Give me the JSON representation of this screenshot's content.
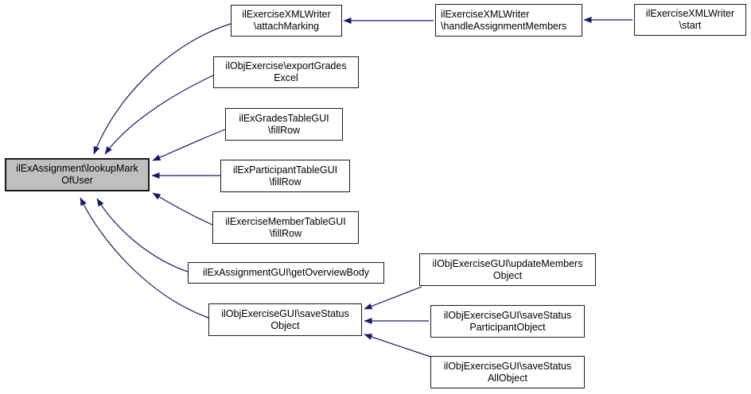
{
  "diagram": {
    "kind": "caller-graph",
    "colors": {
      "edge": "#191970",
      "node_fill": "#ffffff",
      "node_border": "#1a1a1a",
      "highlight_node_fill": "#bfbfbf",
      "background": "#ffffff",
      "text": "#000000"
    },
    "nodes": {
      "lookup_mark_of_user": {
        "label": "ilExAssignment\\lookupMark\nOfUser",
        "highlighted": true
      },
      "attach_marking": {
        "label": "ilExerciseXMLWriter\n\\attachMarking"
      },
      "export_grades_excel": {
        "label": "ilObjExercise\\exportGrades\nExcel"
      },
      "ex_grades_fill_row": {
        "label": "ilExGradesTableGUI\n\\fillRow"
      },
      "ex_participant_fill_row": {
        "label": "ilExParticipantTableGUI\n\\fillRow"
      },
      "exercise_member_fill_row": {
        "label": "ilExerciseMemberTableGUI\n\\fillRow"
      },
      "get_overview_body": {
        "label": "ilExAssignmentGUI\\getOverviewBody"
      },
      "save_status_object": {
        "label": "ilObjExerciseGUI\\saveStatus\nObject"
      },
      "handle_assignment_members": {
        "label": "ilExerciseXMLWriter\n\\handleAssignmentMembers"
      },
      "start": {
        "label": "ilExerciseXMLWriter\n\\start"
      },
      "update_members_object": {
        "label": "ilObjExerciseGUI\\updateMembers\nObject"
      },
      "save_status_participant_object": {
        "label": "ilObjExerciseGUI\\saveStatus\nParticipantObject"
      },
      "save_status_all_object": {
        "label": "ilObjExerciseGUI\\saveStatus\nAllObject"
      }
    },
    "edges": [
      {
        "from": "attach_marking",
        "to": "lookup_mark_of_user"
      },
      {
        "from": "export_grades_excel",
        "to": "lookup_mark_of_user"
      },
      {
        "from": "ex_grades_fill_row",
        "to": "lookup_mark_of_user"
      },
      {
        "from": "ex_participant_fill_row",
        "to": "lookup_mark_of_user"
      },
      {
        "from": "exercise_member_fill_row",
        "to": "lookup_mark_of_user"
      },
      {
        "from": "get_overview_body",
        "to": "lookup_mark_of_user"
      },
      {
        "from": "save_status_object",
        "to": "lookup_mark_of_user"
      },
      {
        "from": "handle_assignment_members",
        "to": "attach_marking"
      },
      {
        "from": "start",
        "to": "handle_assignment_members"
      },
      {
        "from": "update_members_object",
        "to": "save_status_object"
      },
      {
        "from": "save_status_participant_object",
        "to": "save_status_object"
      },
      {
        "from": "save_status_all_object",
        "to": "save_status_object"
      }
    ]
  }
}
